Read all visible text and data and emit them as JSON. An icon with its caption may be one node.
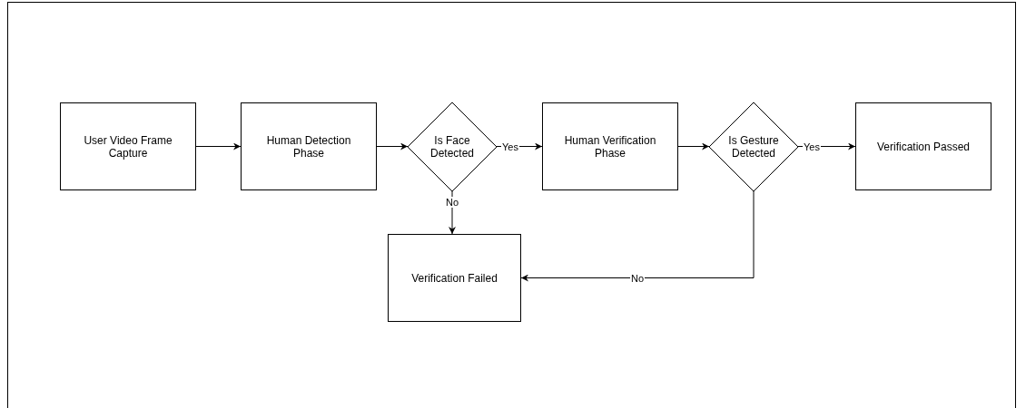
{
  "diagram": {
    "nodes": [
      {
        "text": [
          "User Video Frame Capture"
        ]
      },
      {
        "text": [
          "Human Detection Phase"
        ]
      },
      {
        "text": [
          "Is Face Detected"
        ]
      },
      {
        "text": [
          "Human Verification Phase"
        ]
      },
      {
        "text": [
          "Is Gesture Detected"
        ]
      },
      {
        "text": [
          "Verification Passed"
        ]
      },
      {
        "text": [
          "Verification Failed"
        ]
      }
    ],
    "edges": [
      {
        "from": 0,
        "to": 1,
        "arrow": "to"
      },
      {
        "from": 1,
        "to": 2,
        "arrow": "to"
      },
      {
        "from": 2,
        "to": 3,
        "arrow": "to",
        "label": "Yes"
      },
      {
        "from": 2,
        "to": 6,
        "arrow": "to",
        "label": "No"
      },
      {
        "from": 3,
        "to": 4,
        "arrow": "to"
      },
      {
        "from": 4,
        "to": 5,
        "arrow": "to",
        "label": "Yes"
      },
      {
        "from": 4,
        "to": 6,
        "arrow": "to",
        "label": "No"
      }
    ]
  }
}
